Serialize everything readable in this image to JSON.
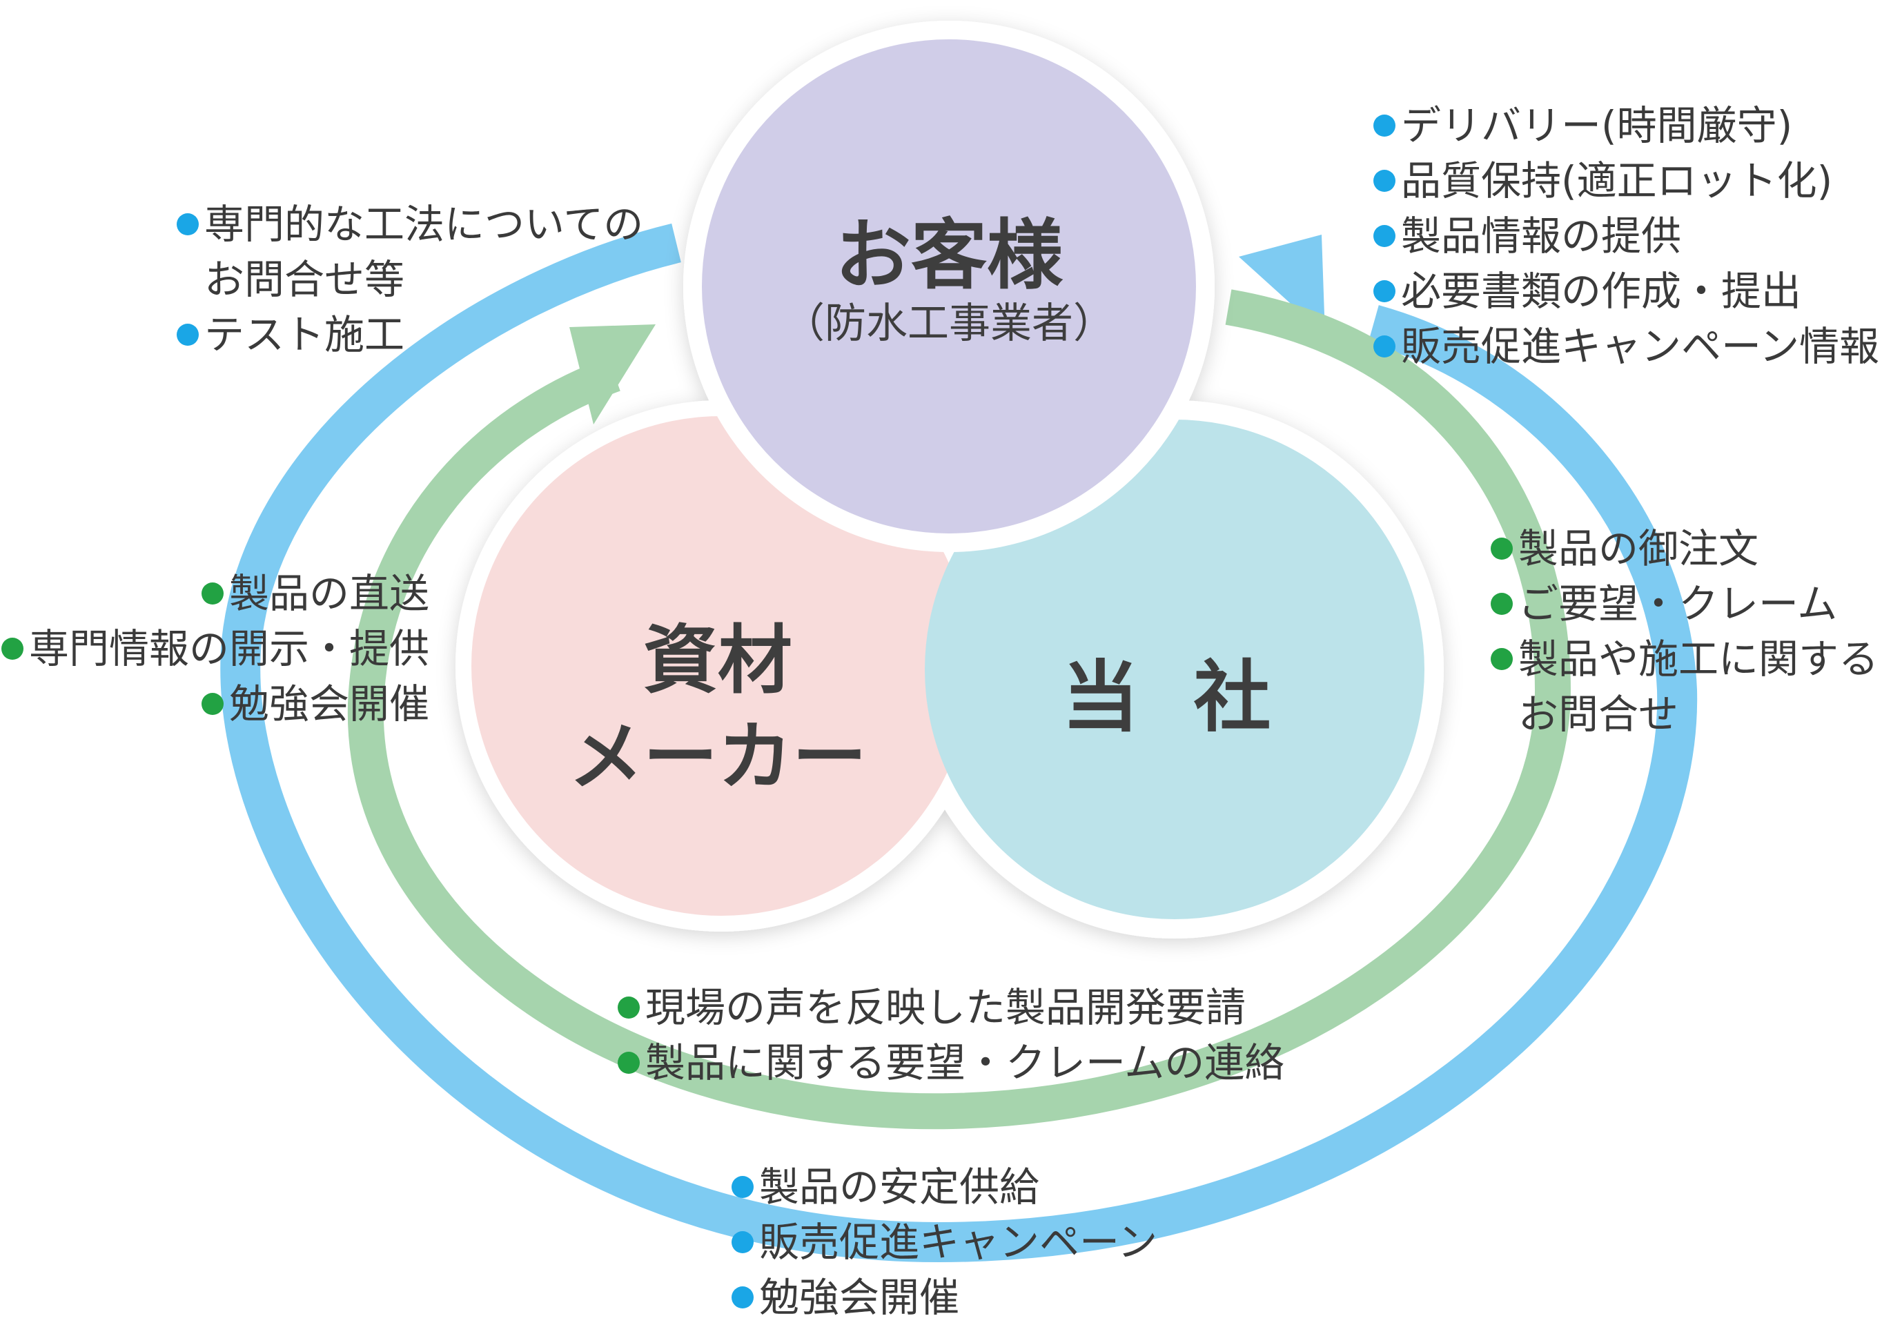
{
  "colors": {
    "blue_flow": "#7ecbf2",
    "green_flow": "#a6d4ad",
    "blue_bullet": "#1aa6e6",
    "green_bullet": "#22a243",
    "customer_fill": "#d0cde8",
    "maker_fill": "#f8dcdb",
    "company_fill": "#bce3ea"
  },
  "nodes": {
    "customer": {
      "title": "お客様",
      "subtitle": "（防水工事業者）"
    },
    "maker": {
      "line1": "資材",
      "line2": "メーカー"
    },
    "company": {
      "title": "当 社"
    }
  },
  "notes": {
    "customer_to_maker": [
      {
        "text": "専門的な工法についての",
        "bullet": "blue"
      },
      {
        "text": "お問合せ等",
        "bullet": null
      },
      {
        "text": "テスト施工",
        "bullet": "blue"
      }
    ],
    "company_to_customer": [
      {
        "text": "デリバリー(時間厳守)",
        "bullet": "blue"
      },
      {
        "text": "品質保持(適正ロット化)",
        "bullet": "blue"
      },
      {
        "text": "製品情報の提供",
        "bullet": "blue"
      },
      {
        "text": "必要書類の作成・提出",
        "bullet": "blue"
      },
      {
        "text": "販売促進キャンペーン情報",
        "bullet": "blue"
      }
    ],
    "maker_to_customer": [
      {
        "text": "製品の直送",
        "bullet": "green"
      },
      {
        "text": "専門情報の開示・提供",
        "bullet": "green"
      },
      {
        "text": "勉強会開催",
        "bullet": "green"
      }
    ],
    "customer_to_company": [
      {
        "text": "製品の御注文",
        "bullet": "green"
      },
      {
        "text": "ご要望・クレーム",
        "bullet": "green"
      },
      {
        "text": "製品や施工に関する",
        "bullet": "green"
      },
      {
        "text": "お問合せ",
        "bullet": null
      }
    ],
    "company_to_maker": [
      {
        "text": "現場の声を反映した製品開発要請",
        "bullet": "green"
      },
      {
        "text": "製品に関する要望・クレームの連絡",
        "bullet": "green"
      }
    ],
    "maker_to_company": [
      {
        "text": "製品の安定供給",
        "bullet": "blue"
      },
      {
        "text": "販売促進キャンペーン",
        "bullet": "blue"
      },
      {
        "text": "勉強会開催",
        "bullet": "blue"
      }
    ]
  }
}
